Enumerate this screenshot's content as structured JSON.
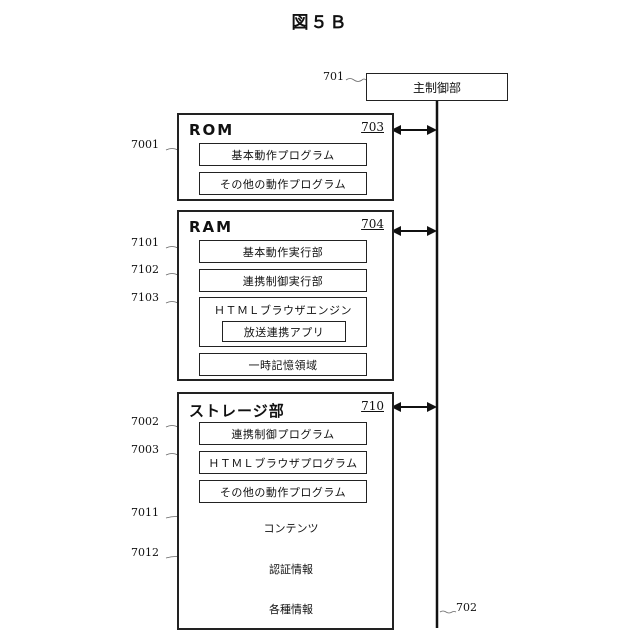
{
  "figure_title": "図５Ｂ",
  "main_control": {
    "label": "主制御部",
    "ref": "701"
  },
  "bus_ref": "702",
  "rom": {
    "title": "ROM",
    "ref": "703",
    "items": [
      {
        "label": "基本動作プログラム",
        "ref": "7001"
      },
      {
        "label": "その他の動作プログラム",
        "ref": ""
      }
    ]
  },
  "ram": {
    "title": "RAM",
    "ref": "704",
    "items": [
      {
        "label": "基本動作実行部",
        "ref": "7101"
      },
      {
        "label": "連携制御実行部",
        "ref": "7102"
      },
      {
        "label": "ＨＴＭＬブラウザエンジン",
        "ref": "7103",
        "sub": "放送連携アプリ"
      },
      {
        "label": "一時記憶領域",
        "ref": ""
      }
    ]
  },
  "storage": {
    "title": "ストレージ部",
    "ref": "710",
    "items": [
      {
        "label": "連携制御プログラム",
        "ref": "7002"
      },
      {
        "label": "ＨＴＭＬブラウザプログラム",
        "ref": "7003"
      },
      {
        "label": "その他の動作プログラム",
        "ref": ""
      }
    ],
    "databases": [
      {
        "label": "コンテンツ",
        "ref": "7011"
      },
      {
        "label": "認証情報",
        "ref": "7012"
      },
      {
        "label": "各種情報",
        "ref": ""
      }
    ]
  }
}
